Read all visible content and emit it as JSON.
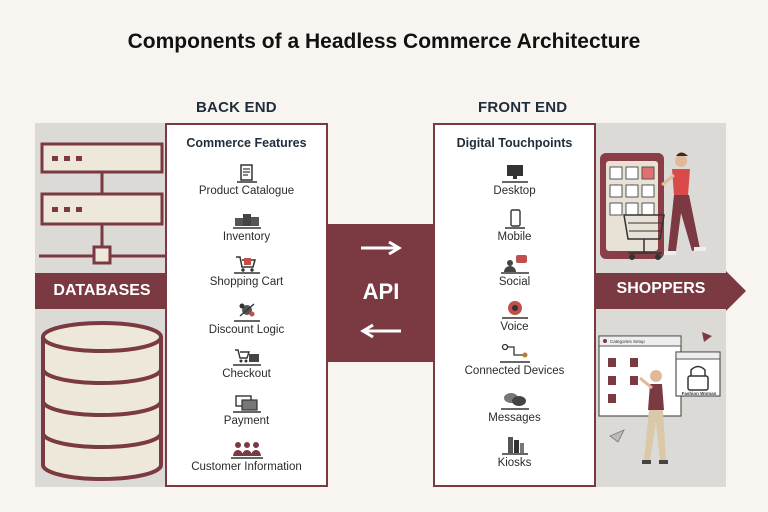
{
  "title": "Components of a Headless Commerce Architecture",
  "back_end": {
    "heading": "BACK END",
    "column_title": "Commerce Features",
    "items": [
      {
        "label": "Product Catalogue",
        "icon": "catalogue-icon"
      },
      {
        "label": "Inventory",
        "icon": "inventory-icon"
      },
      {
        "label": "Shopping Cart",
        "icon": "shopping-cart-icon"
      },
      {
        "label": "Discount Logic",
        "icon": "discount-icon"
      },
      {
        "label": "Checkout",
        "icon": "checkout-icon"
      },
      {
        "label": "Payment",
        "icon": "payment-icon"
      },
      {
        "label": "Customer Information",
        "icon": "customers-icon"
      }
    ]
  },
  "front_end": {
    "heading": "FRONT END",
    "column_title": "Digital Touchpoints",
    "items": [
      {
        "label": "Desktop",
        "icon": "desktop-icon"
      },
      {
        "label": "Mobile",
        "icon": "mobile-icon"
      },
      {
        "label": "Social",
        "icon": "social-icon"
      },
      {
        "label": "Voice",
        "icon": "voice-icon"
      },
      {
        "label": "Connected Devices",
        "icon": "connected-devices-icon"
      },
      {
        "label": "Messages",
        "icon": "messages-icon"
      },
      {
        "label": "Kiosks",
        "icon": "kiosks-icon"
      }
    ]
  },
  "databases_label": "DATABASES",
  "api_label": "API",
  "shoppers_label": "SHOPPERS",
  "illustration_text": {
    "screen_header": "Categories Setup",
    "product_card": "Fashion Woman"
  },
  "colors": {
    "accent": "#7b3a42",
    "panel": "#dcdad6",
    "background": "#f8f5f1",
    "cream": "#ede8da"
  }
}
